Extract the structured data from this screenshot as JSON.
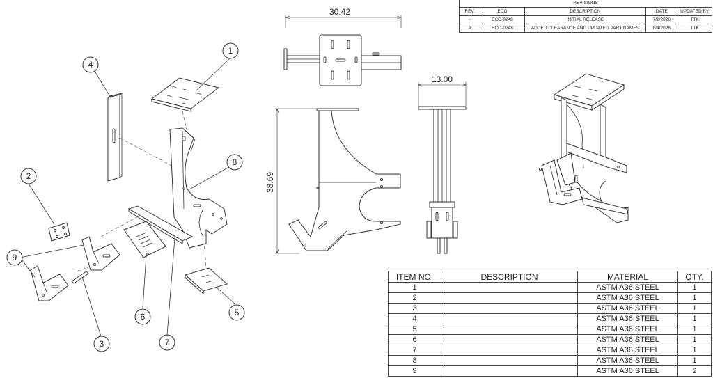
{
  "revisions": {
    "title": "REVISIONS",
    "headers": [
      "REV.",
      "ECO",
      "DESCRIPTION",
      "DATE",
      "UPDATED BY"
    ],
    "rows": [
      {
        "rev": "-",
        "eco": "ECO-0248",
        "description": "INITIAL RELEASE",
        "date": "7/2/2026",
        "updated_by": "TTK"
      },
      {
        "rev": "A",
        "eco": "ECO-0248",
        "description": "ADDED CLEARANCE AND UPDATED PART NAMES",
        "date": "8/4/2026",
        "updated_by": "TTK"
      }
    ]
  },
  "dimensions": {
    "top_width": "30.42",
    "side_width": "13.00",
    "front_height": "38.69"
  },
  "balloons": [
    "1",
    "2",
    "3",
    "4",
    "5",
    "6",
    "7",
    "8",
    "9"
  ],
  "bom": {
    "headers": [
      "ITEM NO.",
      "DESCRIPTION",
      "MATERIAL",
      "QTY."
    ],
    "rows": [
      {
        "item": "1",
        "description": "",
        "material": "ASTM A36 STEEL",
        "qty": "1"
      },
      {
        "item": "2",
        "description": "",
        "material": "ASTM A36 STEEL",
        "qty": "1"
      },
      {
        "item": "3",
        "description": "",
        "material": "ASTM A36 STEEL",
        "qty": "1"
      },
      {
        "item": "4",
        "description": "",
        "material": "ASTM A36 STEEL",
        "qty": "1"
      },
      {
        "item": "5",
        "description": "",
        "material": "ASTM A36 STEEL",
        "qty": "1"
      },
      {
        "item": "6",
        "description": "",
        "material": "ASTM A36 STEEL",
        "qty": "1"
      },
      {
        "item": "7",
        "description": "",
        "material": "ASTM A36 STEEL",
        "qty": "1"
      },
      {
        "item": "8",
        "description": "",
        "material": "ASTM A36 STEEL",
        "qty": "1"
      },
      {
        "item": "9",
        "description": "",
        "material": "ASTM A36 STEEL",
        "qty": "2"
      }
    ]
  }
}
